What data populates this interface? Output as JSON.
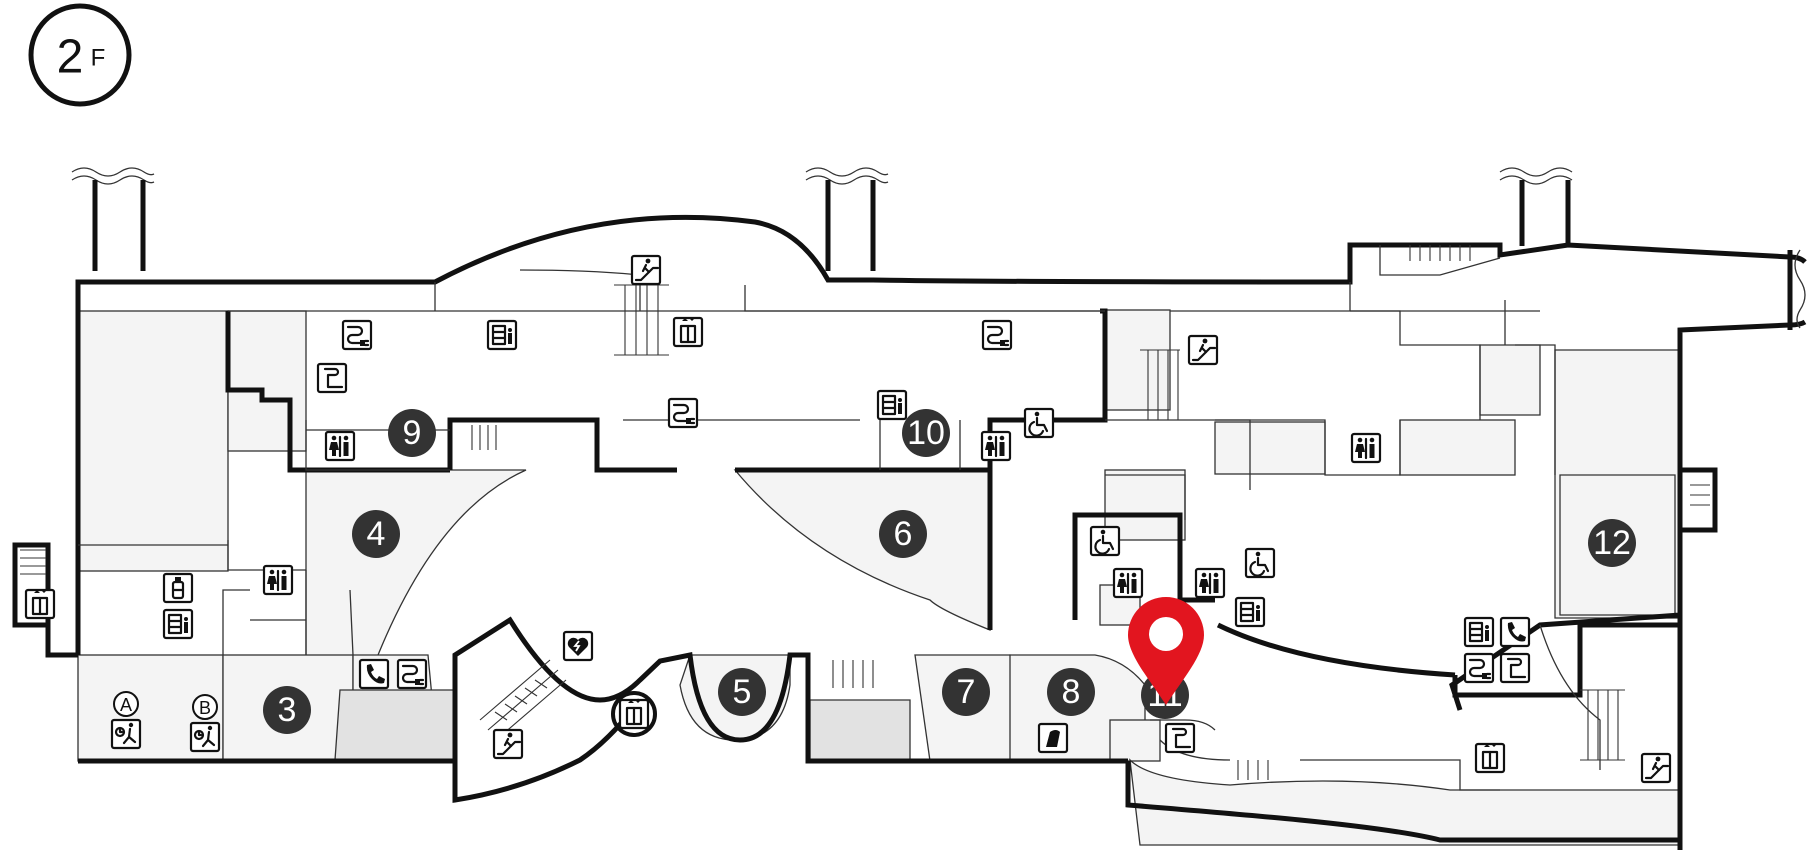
{
  "floor": {
    "label": "2",
    "suffix": "F"
  },
  "sections": [
    {
      "id": "sec-3",
      "label": "3"
    },
    {
      "id": "sec-4",
      "label": "4"
    },
    {
      "id": "sec-5",
      "label": "5"
    },
    {
      "id": "sec-6",
      "label": "6"
    },
    {
      "id": "sec-7",
      "label": "7"
    },
    {
      "id": "sec-8",
      "label": "8"
    },
    {
      "id": "sec-9",
      "label": "9"
    },
    {
      "id": "sec-10",
      "label": "10"
    },
    {
      "id": "sec-11",
      "label": "11"
    },
    {
      "id": "sec-12",
      "label": "12"
    }
  ],
  "lounges": [
    {
      "id": "lounge-a",
      "label": "A",
      "icon": "massage-seat-icon"
    },
    {
      "id": "lounge-b",
      "label": "B",
      "icon": "massage-seat-icon"
    }
  ],
  "marker": {
    "icon": "location-pin-icon",
    "color": "#e2151f"
  },
  "facility_icons": [
    "elevator-icon",
    "escalator-icon",
    "restroom-icon",
    "accessible-restroom-icon",
    "charging-station-icon",
    "smoking-area-icon",
    "telephone-icon",
    "water-fountain-icon",
    "vending-machine-icon",
    "aed-icon",
    "baby-room-icon"
  ],
  "colors": {
    "wall": "#111111",
    "room_fill": "#f4f4f4",
    "room_dark": "#e2e2e2",
    "badge": "#333333",
    "marker": "#e2151f"
  }
}
